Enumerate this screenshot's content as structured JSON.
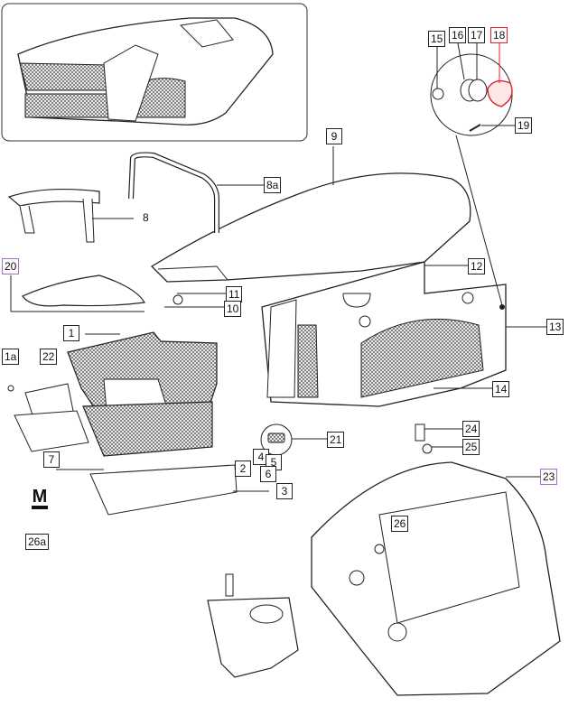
{
  "callouts": {
    "c1": "1",
    "c1a": "1a",
    "c2": "2",
    "c3": "3",
    "c4": "4",
    "c5": "5",
    "c6": "6",
    "c7": "7",
    "c8": "8",
    "c8a": "8a",
    "c9": "9",
    "c10": "10",
    "c11": "11",
    "c12": "12",
    "c13": "13",
    "c14": "14",
    "c15": "15",
    "c16": "16",
    "c17": "17",
    "c18": "18",
    "c19": "19",
    "c20": "20",
    "c21": "21",
    "c22": "22",
    "c23": "23",
    "c24": "24",
    "c25": "25",
    "c26": "26",
    "c26a": "26a"
  },
  "brand": {
    "text": "M"
  },
  "colors": {
    "line": "#222222",
    "mesh": "#555555",
    "highlight_red": "#e0202a",
    "highlight_purple": "#a070c8"
  }
}
